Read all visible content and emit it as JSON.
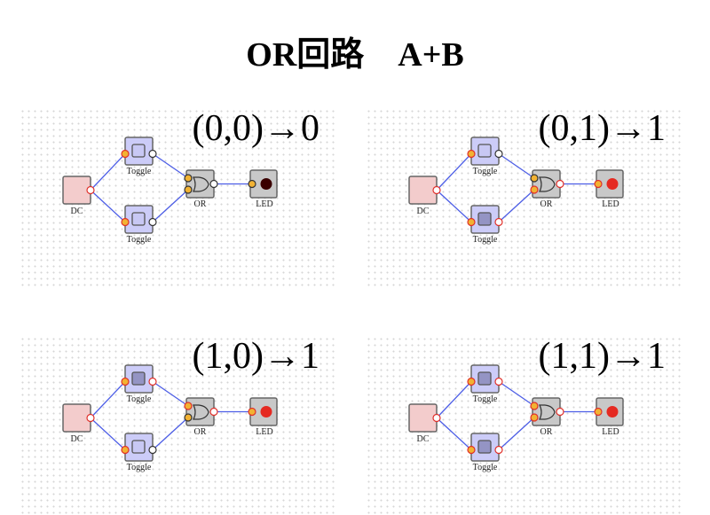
{
  "title": "OR回路　A+B",
  "components": {
    "dc_label": "DC",
    "toggle_label": "Toggle",
    "or_label": "OR",
    "led_label": "LED"
  },
  "colors": {
    "wire": "#4d5ee6",
    "dc_fill": "#f3cccc",
    "toggle_fill": "#ccccf8",
    "toggle_on_inner": "#9494c4",
    "toggle_off_inner": "#c8c8f4",
    "gate_fill": "#c8c8c8",
    "led_off": "#3a0000",
    "led_on": "#e52a22",
    "pin_input": "#f2b233",
    "pin_high_stroke": "#e0302a",
    "pin_low_stroke": "#333333"
  },
  "panels": [
    {
      "case_label": "(0,0)→0",
      "a": 0,
      "b": 0,
      "output": 0
    },
    {
      "case_label": "(0,1)→1",
      "a": 0,
      "b": 1,
      "output": 1
    },
    {
      "case_label": "(1,0)→1",
      "a": 1,
      "b": 0,
      "output": 1
    },
    {
      "case_label": "(1,1)→1",
      "a": 1,
      "b": 1,
      "output": 1
    }
  ]
}
